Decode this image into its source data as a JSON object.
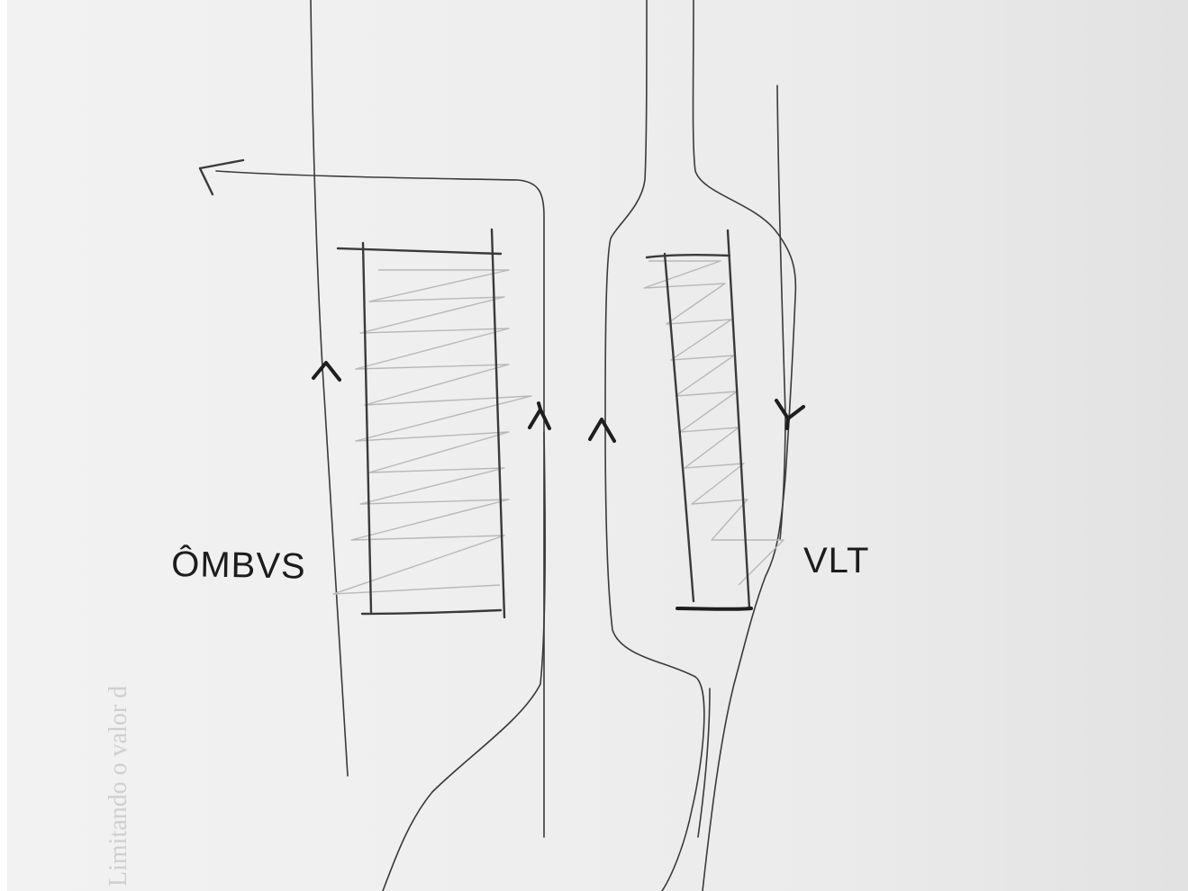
{
  "labels": {
    "left_label": "ÔMBVS",
    "right_label": "VLT"
  },
  "show_through": {
    "rotated_text": "Limitando o valor d"
  },
  "colors": {
    "paper": "#efefef",
    "ink": "#3a3a3a",
    "hatch": "#b8b8b8"
  }
}
